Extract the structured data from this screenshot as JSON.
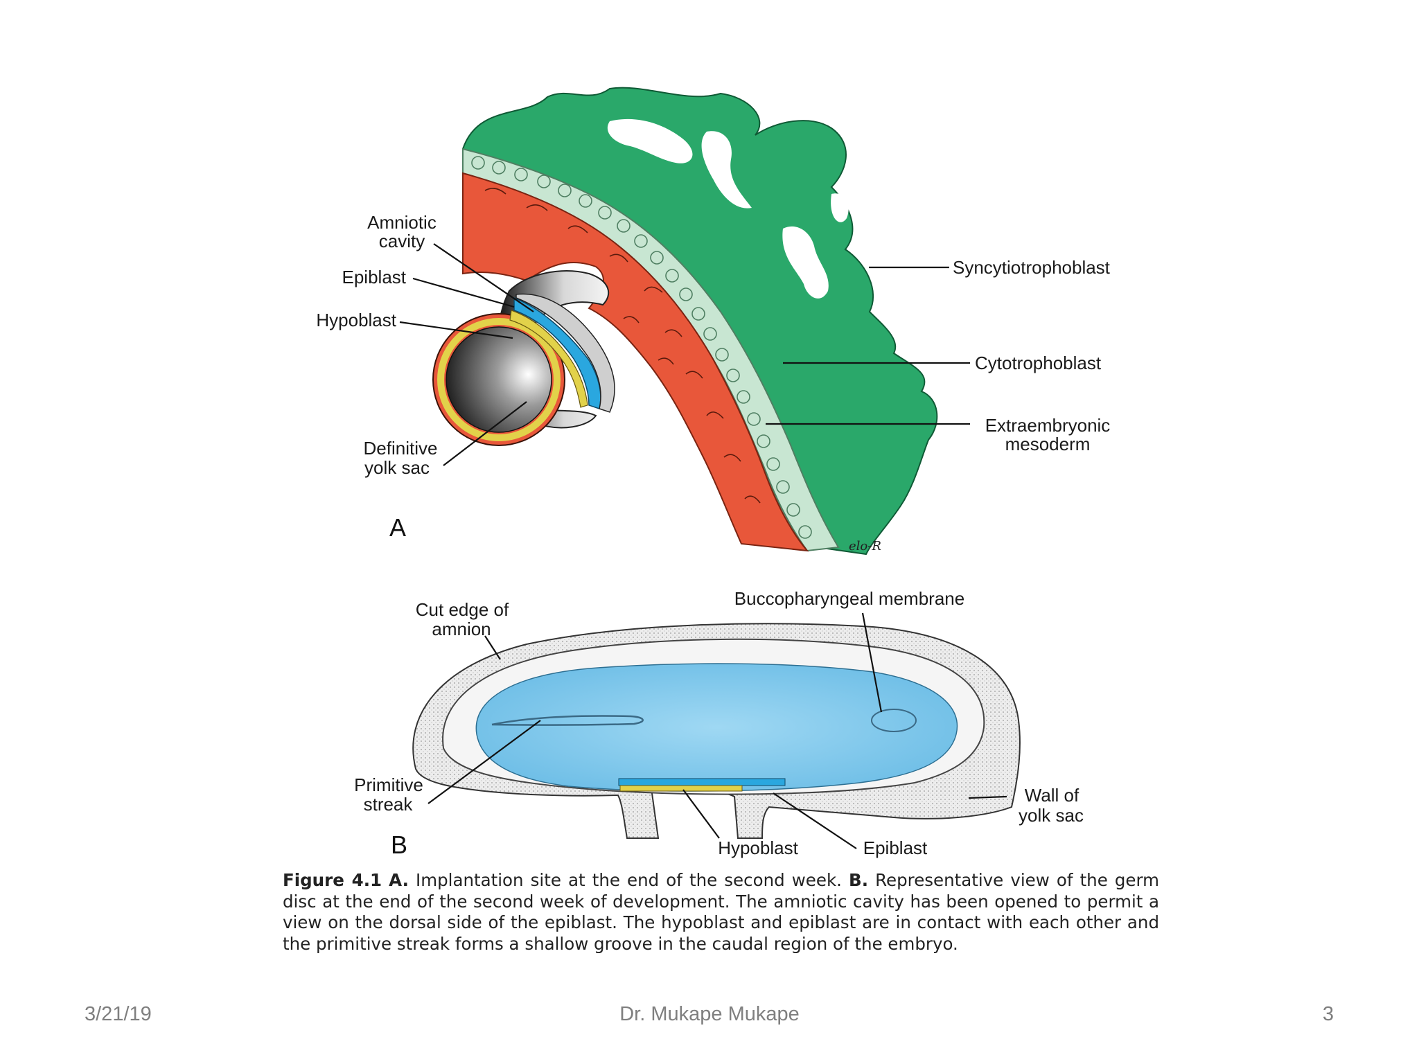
{
  "slide": {
    "footer_date": "3/21/19",
    "footer_author": "Dr. Mukape Mukape",
    "page_number": "3"
  },
  "figure_a": {
    "panel_letter": "A",
    "labels": {
      "amniotic_cavity": [
        "Amniotic",
        "cavity"
      ],
      "epiblast": "Epiblast",
      "hypoblast": "Hypoblast",
      "definitive_yolk_sac": [
        "Definitive",
        "yolk sac"
      ],
      "syncytiotrophoblast": "Syncytiotrophoblast",
      "cytotrophoblast": "Cytotrophoblast",
      "extraembryonic_mesoderm": [
        "Extraembryonic",
        "mesoderm"
      ]
    },
    "signature": "elo-R"
  },
  "figure_b": {
    "panel_letter": "B",
    "labels": {
      "cut_edge_of_amnion": [
        "Cut edge of",
        "amnion"
      ],
      "buccopharyngeal_membrane": "Buccopharyngeal membrane",
      "primitive_streak": [
        "Primitive",
        "streak"
      ],
      "wall_of_yolk_sac": [
        "Wall of",
        "yolk sac"
      ],
      "hypoblast": "Hypoblast",
      "epiblast": "Epiblast"
    }
  },
  "caption": {
    "figure_label": "Figure 4.1",
    "a_label": "A.",
    "a_text": " Implantation site at the end of the second week. ",
    "b_label": "B.",
    "b_text": " Representative view of the germ disc at the end of the second week of development. The amniotic cavity has been opened to permit a view on the dorsal side of the epiblast. The hypoblast and epiblast are in contact with each other and the primitive streak forms a shallow groove in the caudal region of the embryo."
  },
  "colors": {
    "syncytiotrophoblast": "#2aa86a",
    "cytotrophoblast": "#c8e6d2",
    "extraembryonic_mesoderm": "#e8573a",
    "epiblast": "#2aa7df",
    "hypoblast": "#e2d24a",
    "germ_disc": "#8fd0ef"
  }
}
